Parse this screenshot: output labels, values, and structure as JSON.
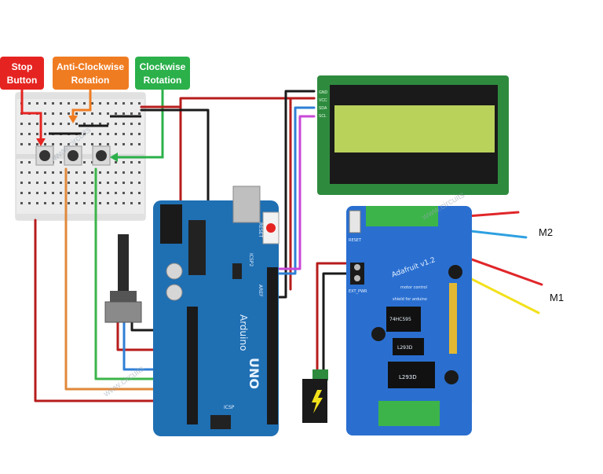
{
  "labels": {
    "stop": {
      "line1": "Stop",
      "line2": "Button",
      "color": "#e52421"
    },
    "anti_clockwise": {
      "line1": "Anti-Clockwise",
      "line2": "Rotation",
      "color": "#f07c22"
    },
    "clockwise": {
      "line1": "Clockwise",
      "line2": "Rotation",
      "color": "#2bb04a"
    }
  },
  "motors": {
    "m2": "M2",
    "m1": "M1"
  },
  "arduino": {
    "brand": "Arduino",
    "model": "UNO",
    "reset": "RESET",
    "icsp": "ICSP",
    "icsp2": "ICSP2",
    "aref": "AREF"
  },
  "motor_shield": {
    "title": "Adafruit v1.2",
    "subtitle": "motor control",
    "subtitle2": "shield for arduino",
    "chip1": "74HC595",
    "chip2": "L293D",
    "chip3": "L293D",
    "ext_pwr": "EXT_PWR",
    "reset": "RESET"
  },
  "lcd": {
    "pins": [
      "GND",
      "VCC",
      "SDA",
      "SCL"
    ]
  },
  "watermark": "www.circuits",
  "colors": {
    "wire_red": "#b71c1c",
    "wire_black": "#1a1a1a",
    "wire_blue": "#2f7fd6",
    "wire_magenta": "#c848d8",
    "wire_orange": "#e0883a",
    "wire_green": "#3cb44a",
    "wire_yellow": "#f2e11a",
    "board_blue": "#1f6fb3",
    "lcd_green": "#b8d25a"
  }
}
